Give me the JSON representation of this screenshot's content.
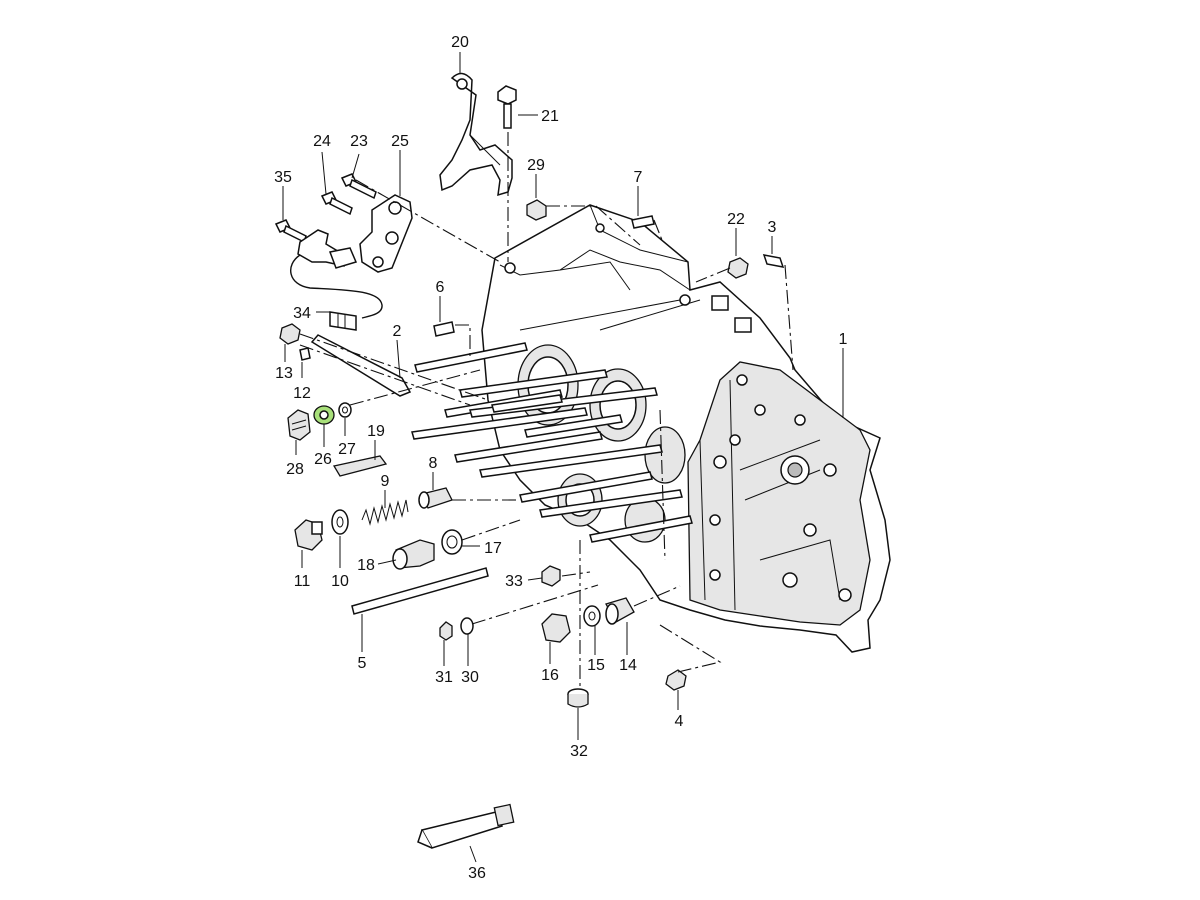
{
  "diagram": {
    "callouts": [
      {
        "id": "1",
        "label": "1"
      },
      {
        "id": "2",
        "label": "2"
      },
      {
        "id": "3",
        "label": "3"
      },
      {
        "id": "4",
        "label": "4"
      },
      {
        "id": "5",
        "label": "5"
      },
      {
        "id": "6",
        "label": "6"
      },
      {
        "id": "7",
        "label": "7"
      },
      {
        "id": "8",
        "label": "8"
      },
      {
        "id": "9",
        "label": "9"
      },
      {
        "id": "10",
        "label": "10"
      },
      {
        "id": "11",
        "label": "11"
      },
      {
        "id": "12",
        "label": "12"
      },
      {
        "id": "13",
        "label": "13"
      },
      {
        "id": "14",
        "label": "14"
      },
      {
        "id": "15",
        "label": "15"
      },
      {
        "id": "16",
        "label": "16"
      },
      {
        "id": "17",
        "label": "17"
      },
      {
        "id": "18",
        "label": "18"
      },
      {
        "id": "19",
        "label": "19"
      },
      {
        "id": "20",
        "label": "20"
      },
      {
        "id": "21",
        "label": "21"
      },
      {
        "id": "22",
        "label": "22"
      },
      {
        "id": "23",
        "label": "23"
      },
      {
        "id": "24",
        "label": "24"
      },
      {
        "id": "25",
        "label": "25"
      },
      {
        "id": "26",
        "label": "26",
        "highlighted": true
      },
      {
        "id": "27",
        "label": "27"
      },
      {
        "id": "28",
        "label": "28"
      },
      {
        "id": "29",
        "label": "29"
      },
      {
        "id": "30",
        "label": "30"
      },
      {
        "id": "31",
        "label": "31"
      },
      {
        "id": "32",
        "label": "32"
      },
      {
        "id": "33",
        "label": "33"
      },
      {
        "id": "34",
        "label": "34"
      },
      {
        "id": "35",
        "label": "35"
      },
      {
        "id": "36",
        "label": "36"
      }
    ],
    "highlight_color": "#a8e07a"
  }
}
